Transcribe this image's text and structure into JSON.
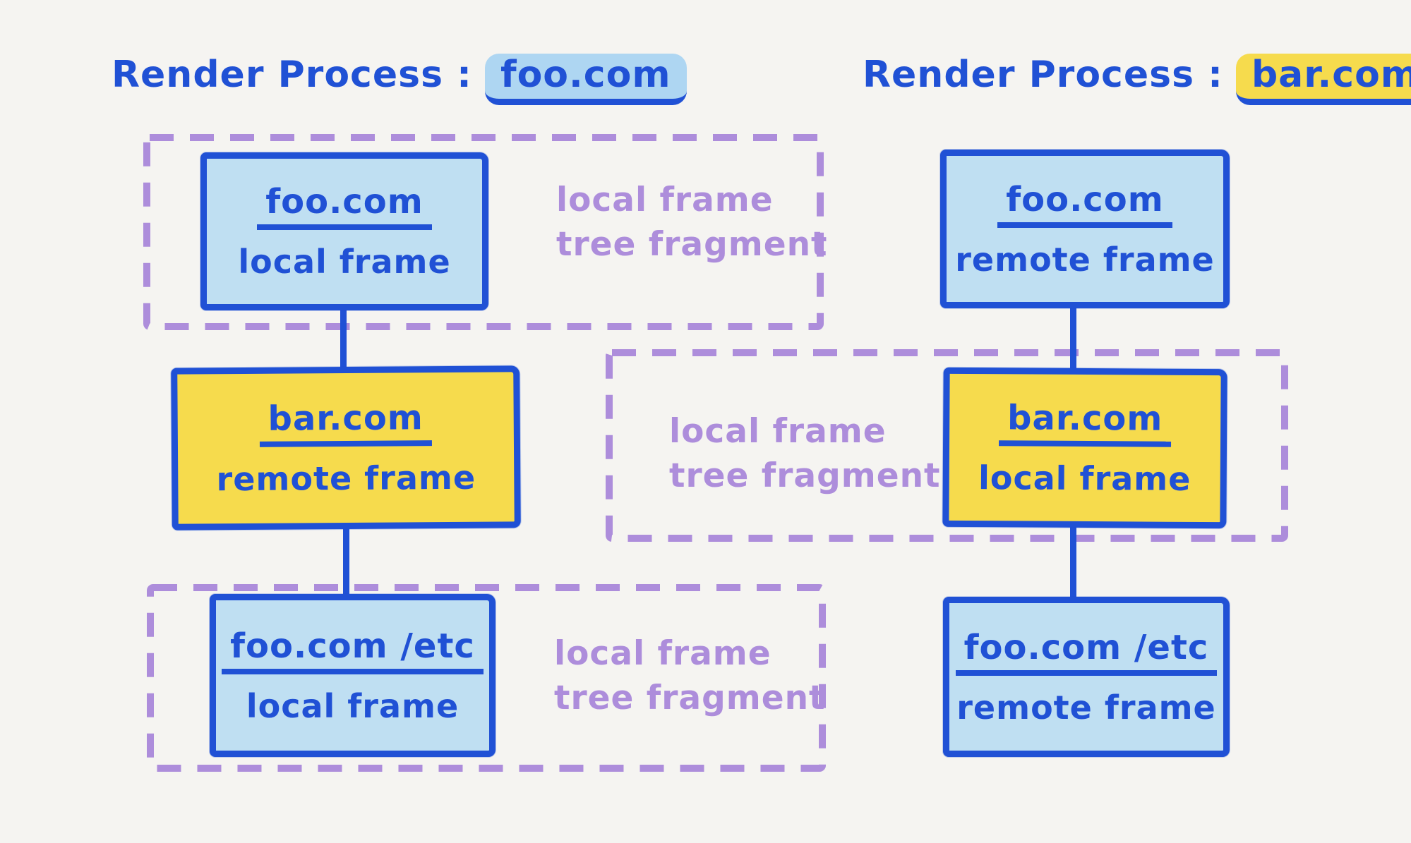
{
  "diagram": {
    "description": "Two browser render processes, each holding local frame tree fragments of a page with nested foo.com / bar.com frames"
  },
  "colors": {
    "ink_blue": "#2051d5",
    "blue_fill": "#bfdff2",
    "yellow_fill": "#f6db4d",
    "purple_dashed": "#ad8ddb",
    "background": "#f5f4f1",
    "highlight_blue": "#aed6f2",
    "highlight_yellow": "#f6db4d"
  },
  "processes": [
    {
      "title_prefix": "Render Process :",
      "title_domain": "foo.com",
      "nodes": [
        {
          "domain": "foo.com",
          "frame": "local frame"
        },
        {
          "domain": "bar.com",
          "frame": "remote frame"
        },
        {
          "domain": "foo.com /etc",
          "frame": "local frame"
        }
      ]
    },
    {
      "title_prefix": "Render Process :",
      "title_domain": "bar.com",
      "nodes": [
        {
          "domain": "foo.com",
          "frame": "remote frame"
        },
        {
          "domain": "bar.com",
          "frame": "local frame"
        },
        {
          "domain": "foo.com /etc",
          "frame": "remote frame"
        }
      ]
    }
  ],
  "fragments": [
    {
      "line1": "local frame",
      "line2": "tree fragment"
    },
    {
      "line1": "local frame",
      "line2": "tree fragment"
    },
    {
      "line1": "local frame",
      "line2": "tree fragment"
    }
  ]
}
